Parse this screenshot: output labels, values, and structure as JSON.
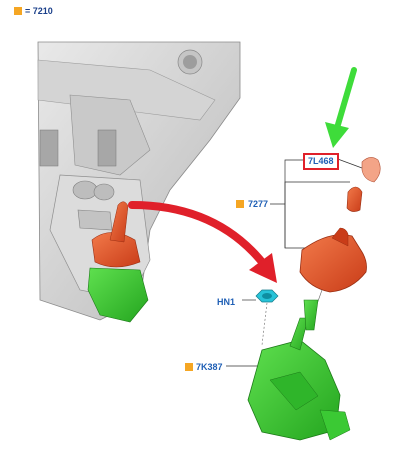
{
  "legend": {
    "label": "= 7210",
    "swatch_color": "#f5a623"
  },
  "parts": {
    "p7l468": {
      "label": "7L468",
      "highlight_color": "#e0202a"
    },
    "p7277": {
      "label": "7277",
      "marker_color": "#f5a623"
    },
    "hn1": {
      "label": "HN1"
    },
    "p7k387": {
      "label": "7K387",
      "marker_color": "#f5a623"
    }
  },
  "colors": {
    "label_text": "#1f5fb5",
    "shift_boot": "#e8542a",
    "selector_housing": "#3ec83a",
    "nut": "#27c3d8",
    "green_arrow": "#3edc3a",
    "red_arrow": "#e0202a"
  }
}
